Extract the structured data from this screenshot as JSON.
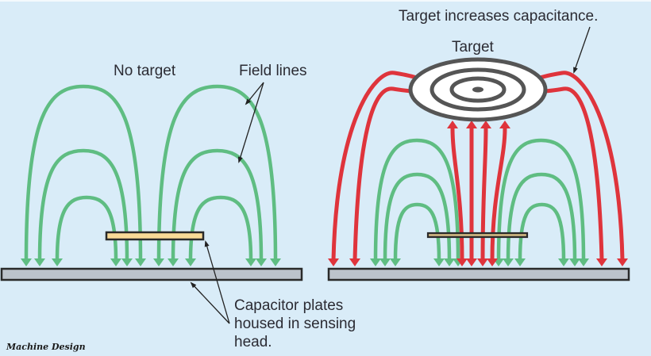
{
  "labels": {
    "no_target": "No target",
    "field_lines": "Field lines",
    "target_increases": "Target increases capacitance.",
    "target": "Target",
    "capacitor_plates": "Capacitor plates\nhoused in sensing\nhead.",
    "credit": "Machine Design"
  },
  "colors": {
    "background": "#d9ecf8",
    "field_line_green": "#5fbd82",
    "field_line_red": "#df343c",
    "base_plate_fill": "#bcc3cb",
    "sensor_plate_fill": "#f9da97",
    "sensor_plate_fill_right": "#c9b17e",
    "outline": "#2a2a2a",
    "target_ring": "#555555",
    "target_fill": "#ffffff"
  },
  "panels": [
    {
      "name": "no-target",
      "field_line_color": "green",
      "arcs_per_side": 3
    },
    {
      "name": "with-target",
      "field_line_colors": [
        "green",
        "red"
      ],
      "green_arcs_per_side": 3,
      "red_arcs_to_target_per_side": 2,
      "red_direct_lines": 4
    }
  ]
}
